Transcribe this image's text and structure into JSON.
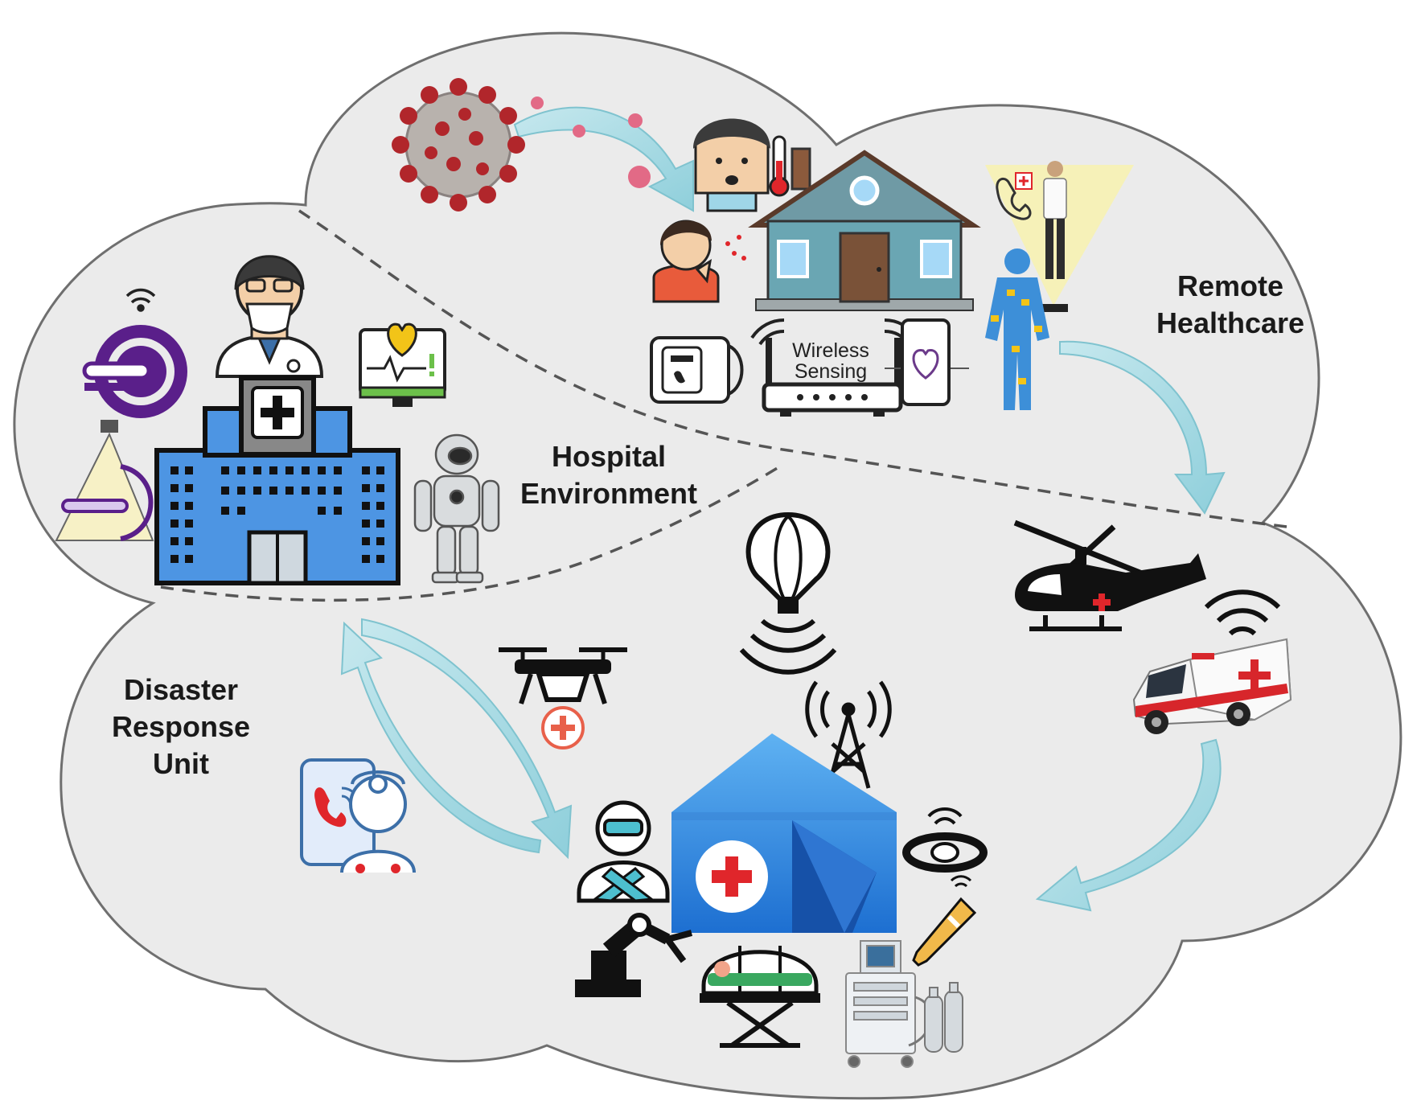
{
  "regions": {
    "remote": {
      "line1": "Remote",
      "line2": "Healthcare"
    },
    "hospital": {
      "line1": "Hospital",
      "line2": "Environment"
    },
    "disaster": {
      "line1": "Disaster",
      "line2": "Response",
      "line3": "Unit"
    }
  },
  "router_label": {
    "line1": "Wireless",
    "line2": "Sensing"
  },
  "colors": {
    "cloud_fill": "#ebebeb",
    "cloud_stroke": "#6f6f6f",
    "arrow": "#a9dbe2",
    "arrow_edge": "#7fc3cf",
    "blue": "#3e8fe0",
    "purple": "#4b1c78",
    "red": "#e0262b",
    "dark": "#1e1e1e"
  },
  "icons": [
    "coronavirus-icon",
    "sick-person-thermometer-icon",
    "coughing-person-icon",
    "house-icon",
    "doctor-hologram-icon",
    "smartwatch-icon",
    "wireless-router-icon",
    "phone-heart-icon",
    "body-sensors-icon",
    "doctor-mask-icon",
    "mri-scanner-icon",
    "heart-monitor-icon",
    "hospital-building-icon",
    "humanoid-robot-icon",
    "balloon-icon",
    "helicopter-icon",
    "ambulance-icon",
    "drone-icon",
    "cell-tower-icon",
    "field-tent-icon",
    "telemedicine-phone-icon",
    "hazmat-worker-icon",
    "robotic-arm-icon",
    "isolation-stretcher-icon",
    "ventilator-icon",
    "oxygen-cylinder-icon",
    "wearable-band-icon",
    "thermometer-icon"
  ]
}
